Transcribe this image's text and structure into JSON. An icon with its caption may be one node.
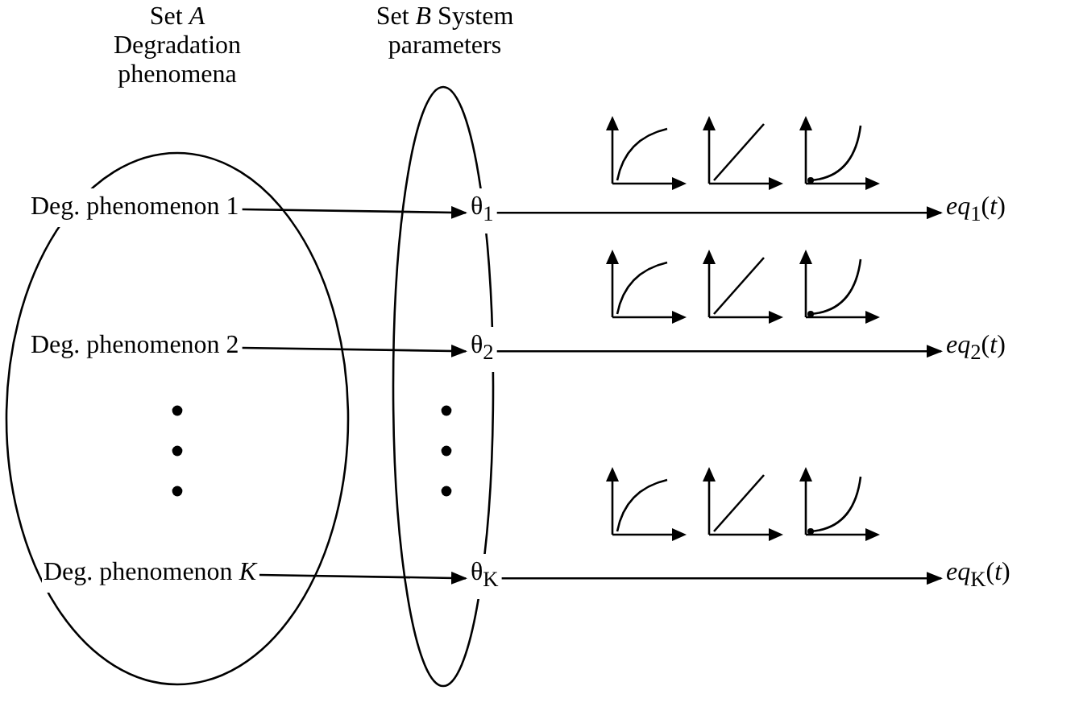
{
  "diagram": {
    "nodes": [
      {
        "text": [
          "Set *A* Degradation phenomena"
        ]
      },
      {
        "text": [
          "Deg. phenomenon 1"
        ],
        "in": 0
      },
      {
        "text": [
          "Deg. phenomenon 2"
        ],
        "in": 0
      },
      {
        "text": [
          "Deg. phenomenon *K*"
        ],
        "in": 0
      },
      {
        "text": [
          "Set *B* System parameters"
        ]
      },
      {
        "text": [
          "θ$_{1}$"
        ],
        "in": 4
      },
      {
        "text": [
          "θ$_{2}$"
        ],
        "in": 4
      },
      {
        "text": [
          "θ$_{K}$"
        ],
        "in": 4
      },
      {
        "text": [
          "*eq*$_{1}$(*t*)"
        ]
      },
      {
        "text": [
          "*eq*$_{2}$(*t*)"
        ]
      },
      {
        "text": [
          "*eq*$_{K}$(*t*)"
        ]
      }
    ],
    "edges": [
      {
        "from": 1,
        "to": 5,
        "arrow": "to"
      },
      {
        "from": 2,
        "to": 6,
        "arrow": "to"
      },
      {
        "from": 3,
        "to": 7,
        "arrow": "to"
      },
      {
        "from": 5,
        "to": 8,
        "arrow": "to"
      },
      {
        "from": 6,
        "to": 9,
        "arrow": "to"
      },
      {
        "from": 7,
        "to": 10,
        "arrow": "to"
      }
    ]
  }
}
